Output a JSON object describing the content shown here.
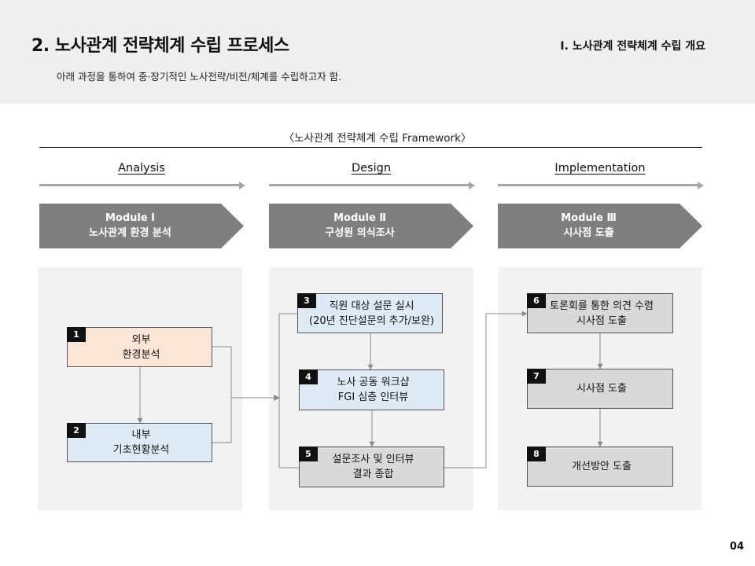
{
  "header": {
    "title": "2. 노사관계 전략체계 수립 프로세스",
    "section": "Ⅰ. 노사관계 전략체계 수립 개요",
    "subtitle": "아래 과정을 통하여 중·장기적인 노사전략/비전/체계를 수립하고자 함."
  },
  "framework": {
    "title": "〈노사관계 전략체계 수립 Framework〉",
    "phases": [
      {
        "label": "Analysis",
        "module_title": "Module Ⅰ",
        "module_subtitle": "노사관계 환경 분석",
        "steps": [
          {
            "num": "1",
            "lines": [
              "외부",
              "환경분석"
            ]
          },
          {
            "num": "2",
            "lines": [
              "내부",
              "기초현황분석"
            ]
          }
        ]
      },
      {
        "label": "Design",
        "module_title": "Module Ⅱ",
        "module_subtitle": "구성원 의식조사",
        "steps": [
          {
            "num": "3",
            "lines": [
              "직원 대상 설문 실시",
              "(20년 진단설문의 추가/보완)"
            ]
          },
          {
            "num": "4",
            "lines": [
              "노사 공동 워크샵",
              "FGI 심층 인터뷰"
            ]
          },
          {
            "num": "5",
            "lines": [
              "설문조사 및 인터뷰",
              "결과 종합"
            ]
          }
        ]
      },
      {
        "label": "Implementation",
        "module_title": "Module Ⅲ",
        "module_subtitle": "시사점 도출",
        "steps": [
          {
            "num": "6",
            "lines": [
              "토론회를 통한 의견 수렴",
              "시사점 도출"
            ]
          },
          {
            "num": "7",
            "lines": [
              "시사점 도출"
            ]
          },
          {
            "num": "8",
            "lines": [
              "개선방안 도출"
            ]
          }
        ]
      }
    ]
  },
  "colors": {
    "module_fill": "#7f7f7f",
    "panel_bg": "#f2f2f2",
    "step_external": "#fbe5d6",
    "step_survey": "#deebf7",
    "step_result": "#d9d9d9",
    "connector": "#8c8c8c"
  },
  "footer": {
    "page_number": "04"
  }
}
